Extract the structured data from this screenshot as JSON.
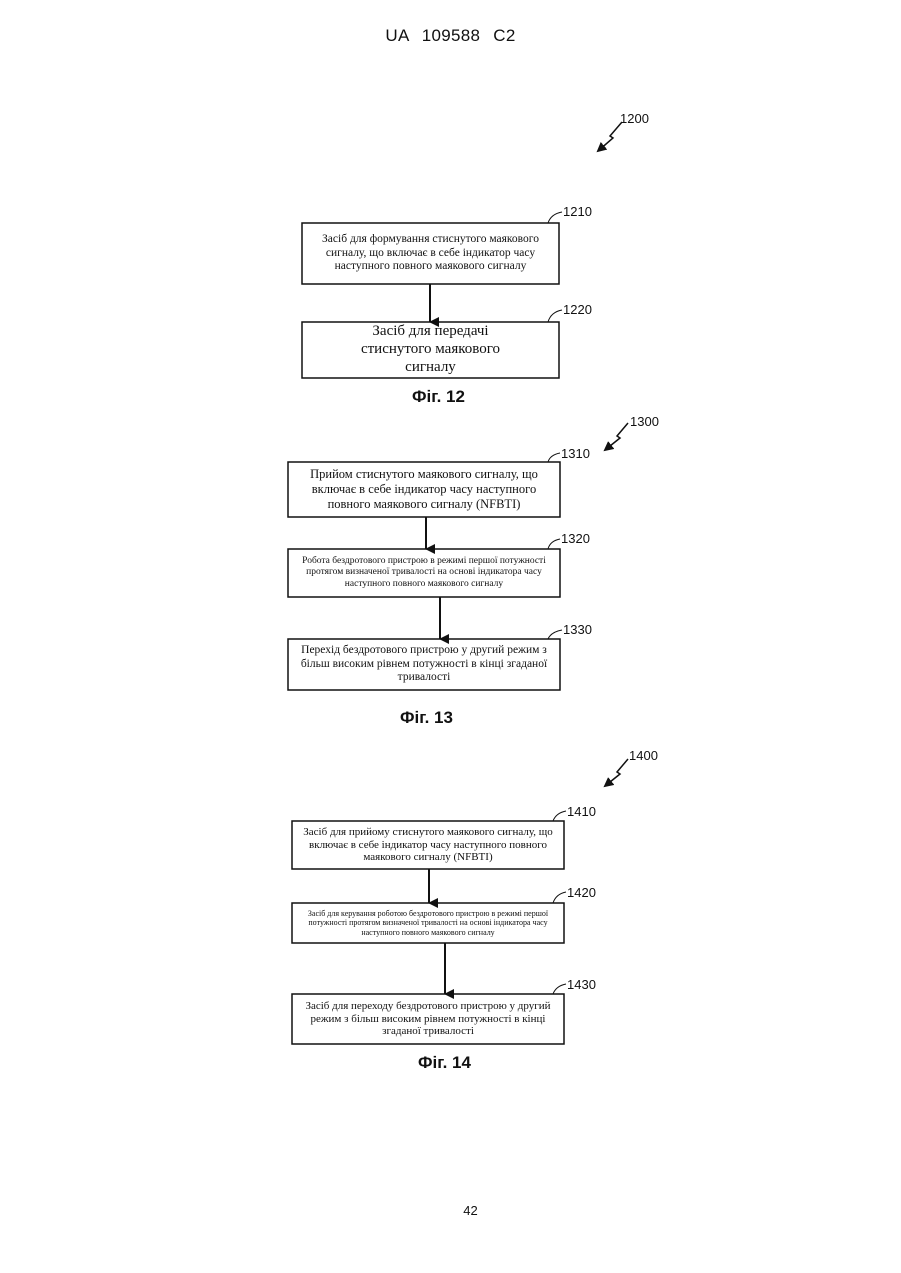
{
  "header": {
    "patent_id": "UA   109588   C2"
  },
  "footer": {
    "page_number": "42"
  },
  "figures": [
    {
      "ref": "1200",
      "caption": "Фіг. 12",
      "boxes": [
        {
          "ref": "1210",
          "text": "Засіб для формування стиснутого маякового сигналу, що включає в себе індикатор часу наступного повного маякового сигналу"
        },
        {
          "ref": "1220",
          "text": "Засіб для передачі стиснутого маякового сигналу"
        }
      ]
    },
    {
      "ref": "1300",
      "caption": "Фіг. 13",
      "boxes": [
        {
          "ref": "1310",
          "text": "Прийом стиснутого маякового сигналу, що включає в себе індикатор часу наступного повного маякового сигналу (NFBTI)"
        },
        {
          "ref": "1320",
          "text": "Робота бездротового пристрою в режимі першої потужності протягом визначеної тривалості на основі індикатора часу наступного повного маякового сигналу"
        },
        {
          "ref": "1330",
          "text": "Перехід бездротового пристрою у другий режим з більш високим рівнем потужності в кінці згаданої тривалості"
        }
      ]
    },
    {
      "ref": "1400",
      "caption": "Фіг. 14",
      "boxes": [
        {
          "ref": "1410",
          "text": "Засіб для прийому стиснутого маякового сигналу, що включає в себе індикатор часу наступного повного маякового сигналу (NFBTI)"
        },
        {
          "ref": "1420",
          "text": "Засіб для керування роботою бездротового пристрою в режимі першої потужності протягом визначеної тривалості на основі індикатора часу наступного повного маякового сигналу"
        },
        {
          "ref": "1430",
          "text": "Засіб для переходу бездротового пристрою у другий режим з більш високим рівнем потужності в кінці згаданої тривалості"
        }
      ]
    }
  ]
}
